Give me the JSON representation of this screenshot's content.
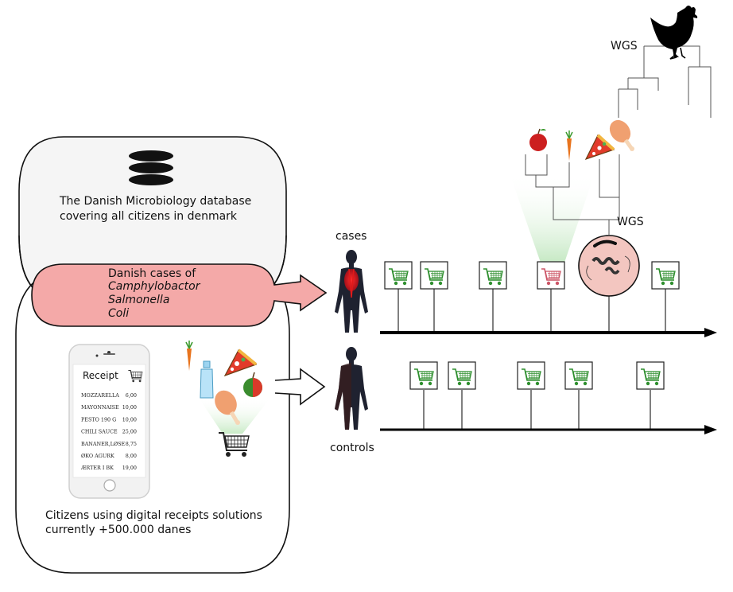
{
  "database": {
    "line1": "The Danish Microbiology database",
    "line2": "covering all citizens in denmark"
  },
  "cases_box": {
    "title": "Danish cases of",
    "organisms": [
      "Camphylobactor",
      "Salmonella",
      "Coli"
    ]
  },
  "citizens": {
    "line1": "Citizens using digital receipts solutions",
    "line2": "currently +500.000 danes"
  },
  "receipt": {
    "title": "Receipt",
    "items": [
      {
        "name": "MOZZARELLA",
        "price": "6,00"
      },
      {
        "name": "MAYONNAISE",
        "price": "10,00"
      },
      {
        "name": "PESTO 190 G",
        "price": "10,00"
      },
      {
        "name": "CHILI SAUCE",
        "price": "25,00"
      },
      {
        "name": "BANANER,LØSE",
        "price": "8,75"
      },
      {
        "name": "ØKO AGURK",
        "price": "8,00"
      },
      {
        "name": "ÆRTER I BK",
        "price": "19,00"
      }
    ]
  },
  "labels": {
    "cases": "cases",
    "controls": "controls",
    "wgs_top": "WGS",
    "wgs_mid": "WGS"
  },
  "colors": {
    "cases_fill": "#f4a9a8",
    "db_fill": "#f5f5f5",
    "cart_green": "#3a9a3a",
    "cart_red": "#d05a6a",
    "glow_green": "#cdeccb",
    "bacteria_circle": "#f3c6c0"
  },
  "icons": [
    "database-icon",
    "phone-icon",
    "cart-icon",
    "chicken-icon",
    "apple-icon",
    "carrot-icon",
    "pizza-icon",
    "drumstick-icon",
    "bottle-icon",
    "human-figure-icon",
    "bacteria-icon"
  ]
}
